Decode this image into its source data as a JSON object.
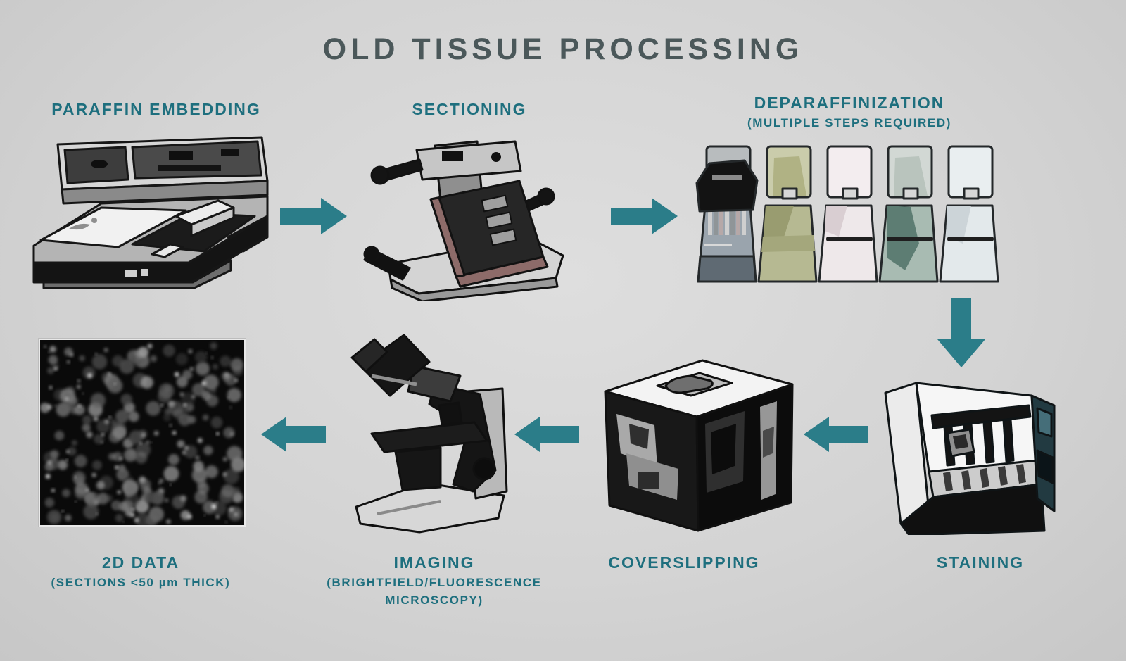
{
  "title": "OLD TISSUE PROCESSING",
  "colors": {
    "background": "#d2d2d2",
    "title": "#4b585a",
    "label": "#1e6f7e",
    "arrow": "#2b7d89"
  },
  "steps": {
    "paraffin_embedding": {
      "label": "PARAFFIN EMBEDDING",
      "illustration": "paraffin-embedding-station"
    },
    "sectioning": {
      "label": "SECTIONING",
      "illustration": "microtome"
    },
    "deparaffinization": {
      "label": "DEPARAFFINIZATION",
      "sublabel": "(MULTIPLE STEPS REQUIRED)",
      "illustration": "staining-dish-row"
    },
    "staining": {
      "label": "STAINING",
      "illustration": "automated-stainer"
    },
    "coverslipping": {
      "label": "COVERSLIPPING",
      "illustration": "coverslipper-machine"
    },
    "imaging": {
      "label": "IMAGING",
      "sublabel": "(BRIGHTFIELD/FLUORESCENCE MICROSCOPY)",
      "illustration": "brightfield-microscope"
    },
    "data_2d": {
      "label": "2D DATA",
      "sublabel": "(SECTIONS <50 µm THICK)",
      "illustration": "fluorescence-micrograph"
    }
  },
  "flow": [
    "paraffin_embedding",
    "sectioning",
    "deparaffinization",
    "staining",
    "coverslipping",
    "imaging",
    "data_2d"
  ],
  "icons": {
    "arrow_right": "right-arrow-icon",
    "arrow_down": "down-arrow-icon",
    "arrow_left": "left-arrow-icon"
  }
}
